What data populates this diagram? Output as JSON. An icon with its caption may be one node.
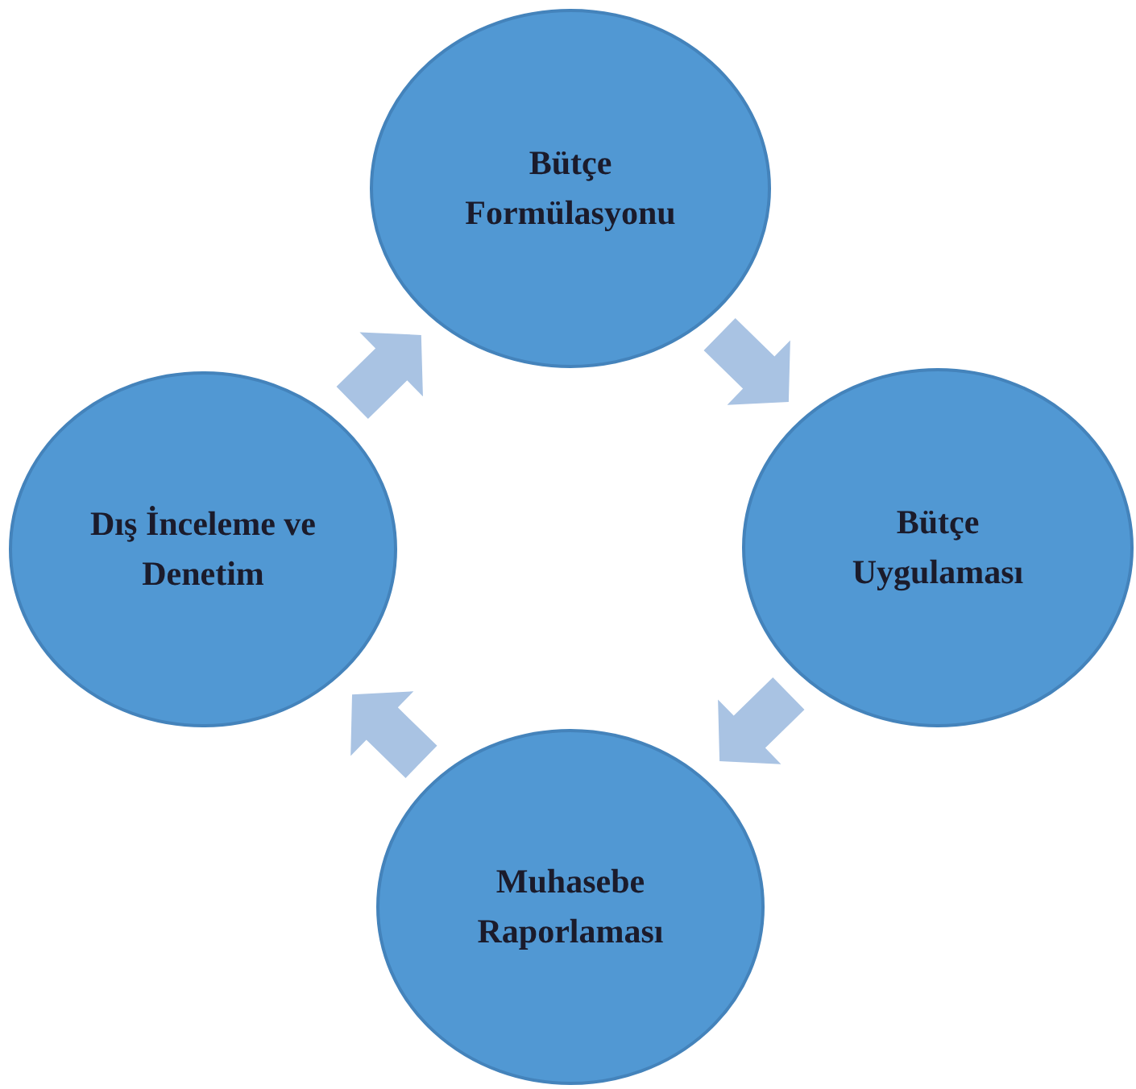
{
  "diagram": {
    "nodes": [
      {
        "text": [
          "Bütçe Formülasyonu"
        ]
      },
      {
        "text": [
          "Bütçe Uygulaması"
        ]
      },
      {
        "text": [
          "Muhasebe Raporlaması"
        ]
      },
      {
        "text": [
          "Dış İnceleme ve Denetim"
        ]
      }
    ],
    "edges": [
      {
        "from": 0,
        "to": 1,
        "arrow": "to"
      },
      {
        "from": 1,
        "to": 2,
        "arrow": "to"
      },
      {
        "from": 2,
        "to": 3,
        "arrow": "to"
      },
      {
        "from": 3,
        "to": 0,
        "arrow": "to"
      }
    ]
  }
}
